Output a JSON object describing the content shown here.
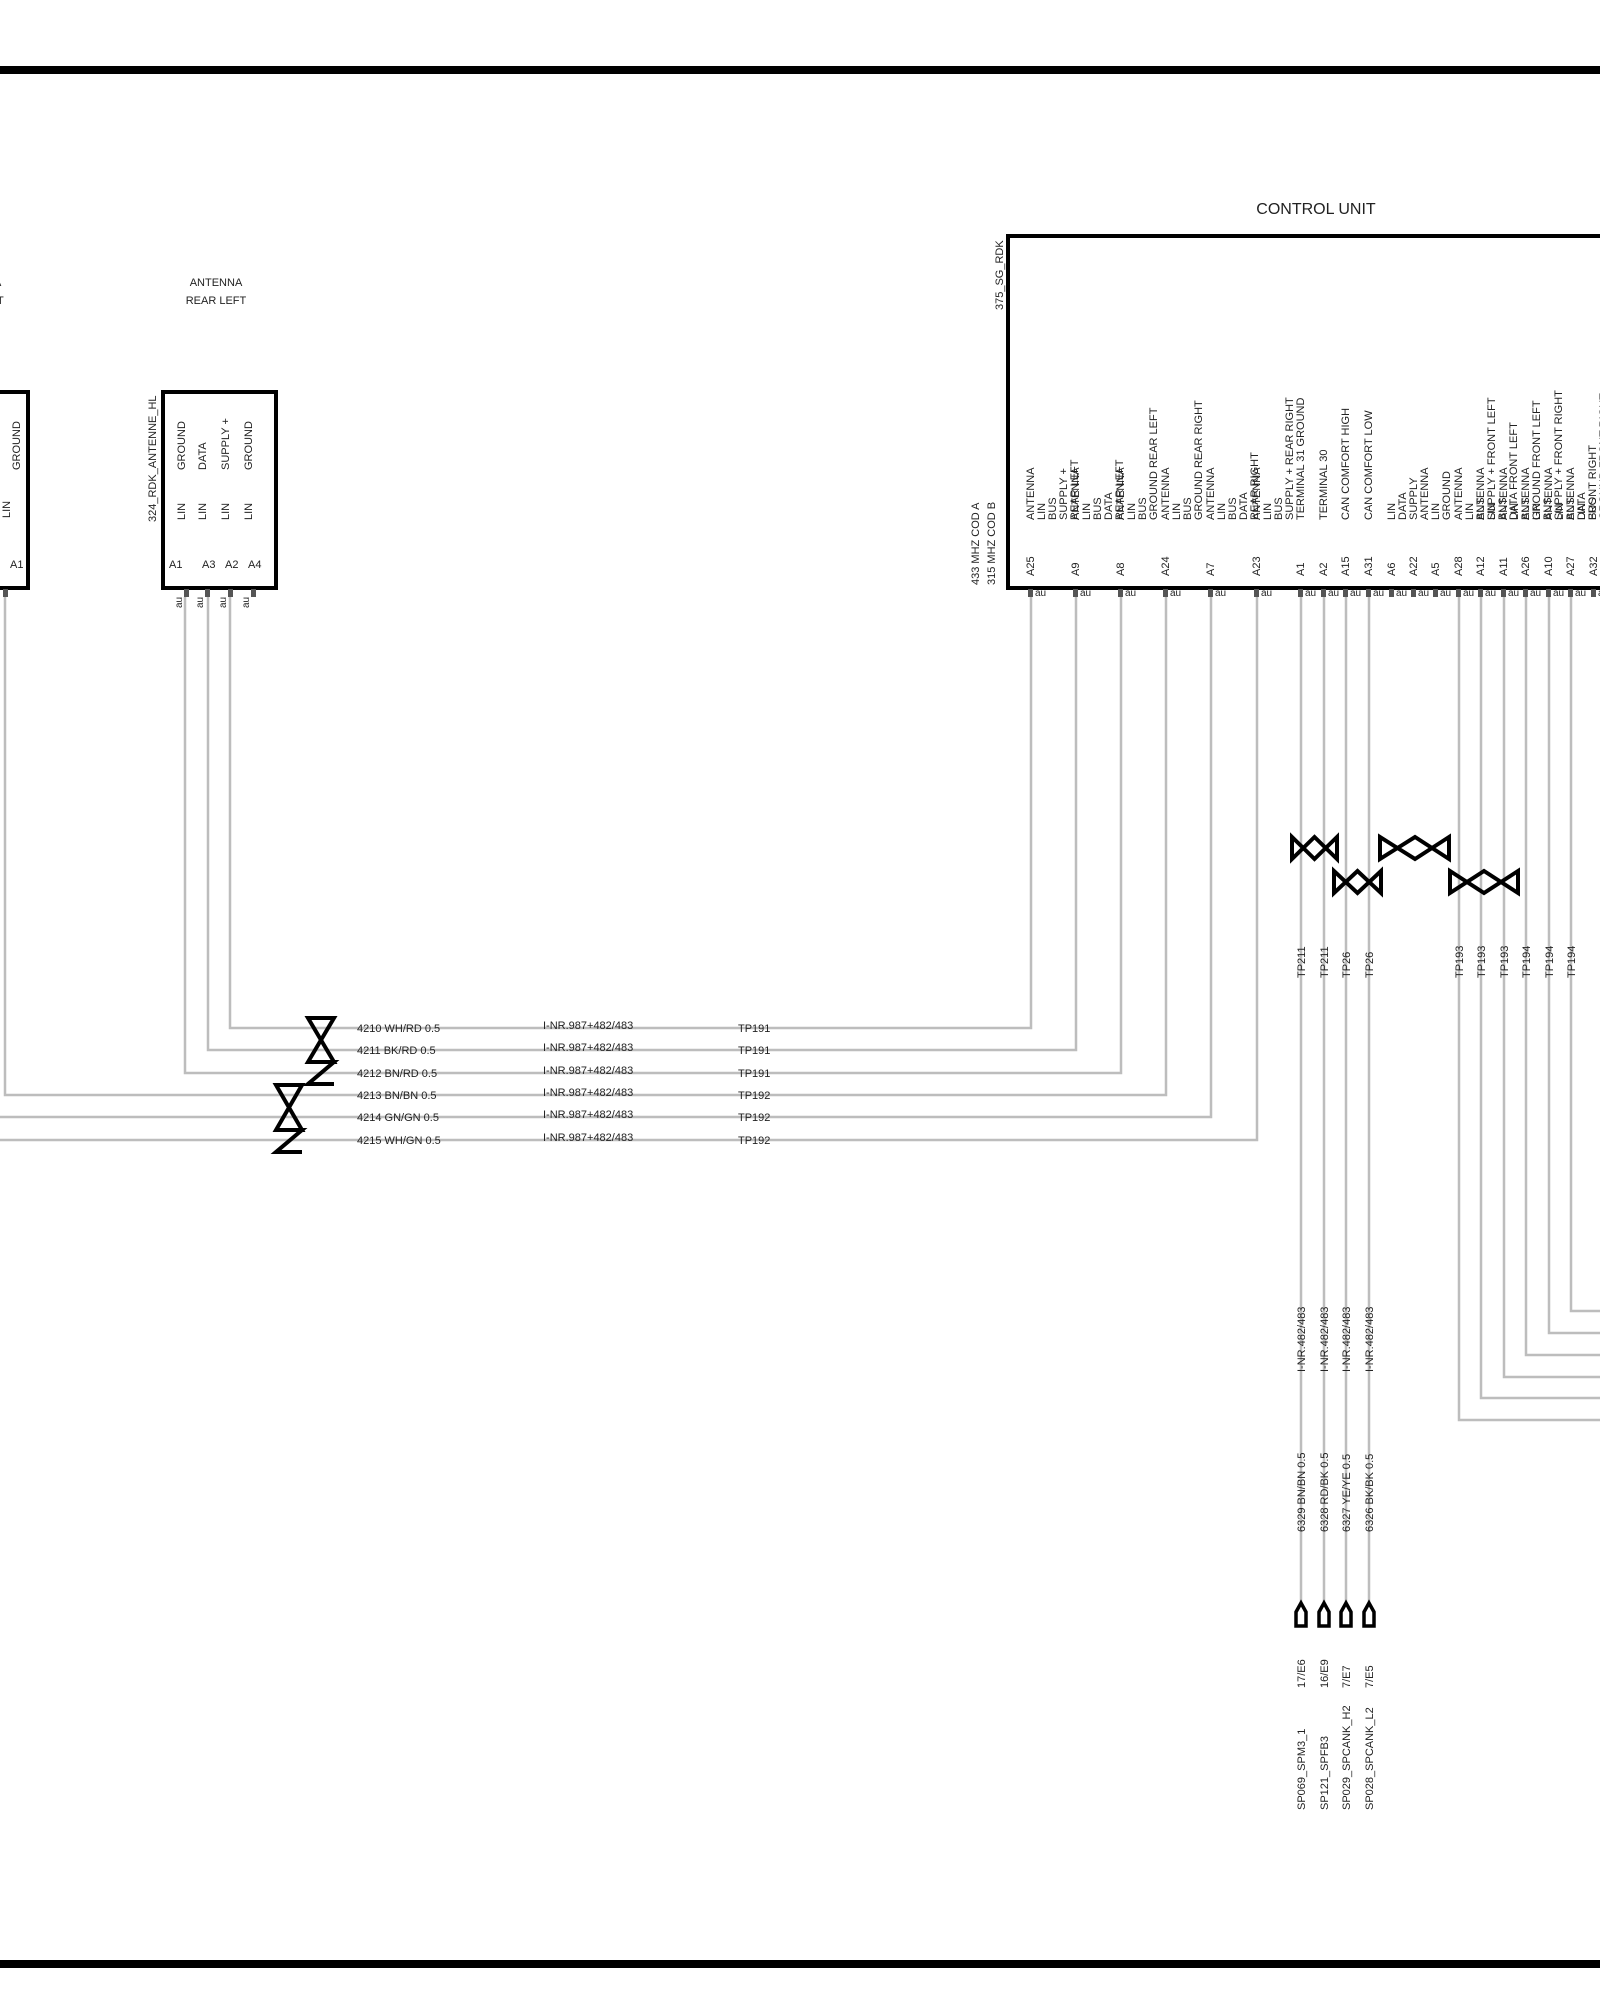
{
  "control_unit": {
    "title": "CONTROL UNIT",
    "id": "375_SG_RDK",
    "freq_a": "433 MHZ COD A",
    "freq_b": "315 MHZ COD B",
    "pins": [
      {
        "pin": "A25",
        "lines": [
          "ANTENNA",
          "LIN",
          "BUS",
          "SUPPLY +",
          "REAR LEFT"
        ]
      },
      {
        "pin": "A9",
        "lines": [
          "ANTENNA",
          "LIN",
          "BUS",
          "DATA",
          "REAR LEFT"
        ]
      },
      {
        "pin": "A8",
        "lines": [
          "ANTENNA",
          "LIN",
          "BUS",
          "GROUND REAR LEFT"
        ]
      },
      {
        "pin": "A24",
        "lines": [
          "ANTENNA",
          "LIN",
          "BUS",
          "GROUND REAR RIGHT"
        ]
      },
      {
        "pin": "A7",
        "lines": [
          "ANTENNA",
          "LIN",
          "BUS",
          "DATA",
          "REAR RIGHT"
        ]
      },
      {
        "pin": "A23",
        "lines": [
          "ANTENNA",
          "LIN",
          "BUS",
          "SUPPLY + REAR RIGHT"
        ]
      },
      {
        "pin": "A1",
        "lines": [
          "TERMINAL 31 GROUND"
        ]
      },
      {
        "pin": "A2",
        "lines": [
          "TERMINAL 30"
        ]
      },
      {
        "pin": "A15",
        "lines": [
          "CAN COMFORT HIGH"
        ]
      },
      {
        "pin": "A31",
        "lines": [
          "CAN COMFORT LOW"
        ]
      },
      {
        "pin": "A6",
        "lines": [
          "LIN",
          "DATA"
        ]
      },
      {
        "pin": "A22",
        "lines": [
          "SUPPLY",
          "ANTENNA"
        ]
      },
      {
        "pin": "A5",
        "lines": [
          "LIN",
          "GROUND"
        ]
      },
      {
        "pin": "A28",
        "lines": [
          "ANTENNA",
          "LIN",
          "BUS",
          "SUPPLY + FRONT LEFT"
        ]
      },
      {
        "pin": "A12",
        "lines": [
          "ANTENNA",
          "LIN",
          "BUS",
          "DATA FRONT LEFT"
        ]
      },
      {
        "pin": "A11",
        "lines": [
          "ANTENNA",
          "LIN",
          "BUS",
          "GROUND FRONT LEFT"
        ]
      },
      {
        "pin": "A26",
        "lines": [
          "ANTENNA",
          "LIN",
          "BUS",
          "SUPPLY + FRONT RIGHT"
        ]
      },
      {
        "pin": "A10",
        "lines": [
          "ANTENNA",
          "LIN",
          "BUS",
          "DATA",
          "FRONT RIGHT"
        ]
      },
      {
        "pin": "A27",
        "lines": [
          "ANTENNA",
          "LIN",
          "BUS",
          "GROUND FRONT RIGHT"
        ]
      },
      {
        "pin": "A32",
        "lines": []
      }
    ]
  },
  "antenna_rear_left": {
    "title": "ANTENNA\nREAR LEFT",
    "id": "324_RDK_ANTENNE_HL",
    "pins": [
      {
        "pin": "A1",
        "lines": [
          "LIN",
          "GROUND"
        ]
      },
      {
        "pin": "A3",
        "lines": [
          "LIN",
          "DATA"
        ]
      },
      {
        "pin": "A2",
        "lines": [
          "LIN",
          "SUPPLY +"
        ]
      },
      {
        "pin": "A4",
        "lines": [
          "LIN",
          "GROUND"
        ]
      }
    ]
  },
  "antenna_rear_right_partial": {
    "title_partial": "A\nIT",
    "pins": [
      {
        "pin": "A1",
        "lines": [
          "LIN",
          "GROUND"
        ]
      }
    ]
  },
  "pin_code": "au",
  "rear_wires": [
    {
      "label": "4210 WH/RD 0.5",
      "inr": "I-NR.987+482/483",
      "tp": "TP191"
    },
    {
      "label": "4211 BK/RD 0.5",
      "inr": "I-NR.987+482/483",
      "tp": "TP191"
    },
    {
      "label": "4212 BN/RD 0.5",
      "inr": "I-NR.987+482/483",
      "tp": "TP191"
    },
    {
      "label": "4213 BN/BN 0.5",
      "inr": "I-NR.987+482/483",
      "tp": "TP192"
    },
    {
      "label": "4214 GN/GN 0.5",
      "inr": "I-NR.987+482/483",
      "tp": "TP192"
    },
    {
      "label": "4215 WH/GN 0.5",
      "inr": "I-NR.987+482/483",
      "tp": "TP192"
    }
  ],
  "down_wires": [
    {
      "tp": "TP211",
      "inr": "I-NR.482/483",
      "label": "6329 BN/BN 0.5",
      "ref": "17/E6",
      "dest": "SP069_SPM3_1"
    },
    {
      "tp": "TP211",
      "inr": "I-NR.482/483",
      "label": "6328 RD/BK 0.5",
      "ref": "16/E9",
      "dest": "SP121_SPFB3"
    },
    {
      "tp": "TP26",
      "inr": "I-NR.482/483",
      "label": "6327 YE/YE 0.5",
      "ref": "7/E7",
      "dest": "SP029_SPCANK_H2"
    },
    {
      "tp": "TP26",
      "inr": "I-NR.482/483",
      "label": "6326 BK/BK 0.5",
      "ref": "7/E5",
      "dest": "SP028_SPCANK_L2"
    }
  ],
  "front_tps": [
    "TP193",
    "TP193",
    "TP193",
    "TP194",
    "TP194",
    "TP194"
  ]
}
